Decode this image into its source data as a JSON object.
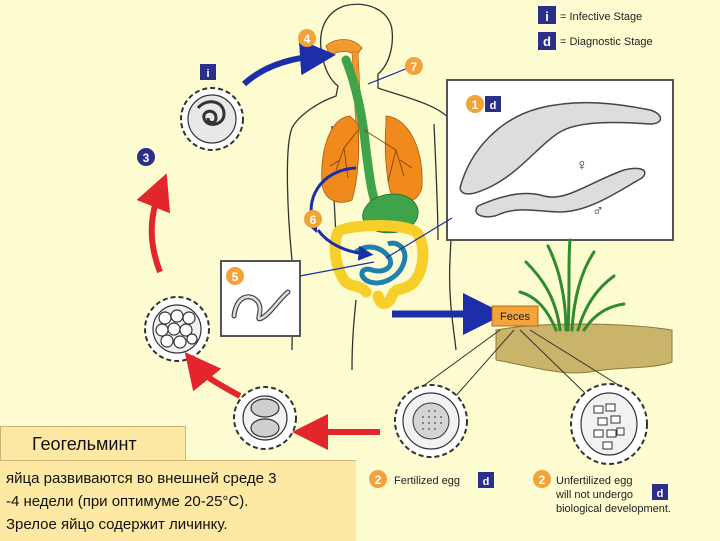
{
  "legend": {
    "infective": {
      "symbol": "i",
      "text": "= Infective Stage"
    },
    "diagnostic": {
      "symbol": "d",
      "text": "= Diagnostic Stage"
    }
  },
  "steps": {
    "s1": "1",
    "s2a": "2",
    "s2b": "2",
    "s3": "3",
    "s4": "4",
    "s5": "5",
    "s6": "6",
    "s7": "7"
  },
  "stage_symbols": {
    "i": "i",
    "d": "d"
  },
  "sex": {
    "female": "♀",
    "male": "♂"
  },
  "feces_label": "Feces",
  "fertilized": {
    "line1": "Fertilized egg"
  },
  "unfertilized": {
    "line1": "Unfertilized egg",
    "line2": "will not undergo",
    "line3": "biological development."
  },
  "caption": {
    "title": "Геогельминт",
    "line1": "яйца развиваются во внешней среде 3",
    "line2": "-4 недели (при оптимуме 20-25°С).",
    "line3": "Зрелое яйцо содержит личинку."
  },
  "colors": {
    "background": "#fdfbd0",
    "step_badge": "#f2a33a",
    "stage_badge": "#2a2f8a",
    "red_arrow": "#e3262c",
    "blue_arrow": "#1c2fa8",
    "lungs": "#f08a1c",
    "airway": "#f39a2e",
    "gut_green": "#3fa34a",
    "intestine": "#f6cf2a",
    "intestine_blue": "#1f7fb0",
    "soil": "#c9b46a",
    "caption_bg": "#fde9a3"
  }
}
